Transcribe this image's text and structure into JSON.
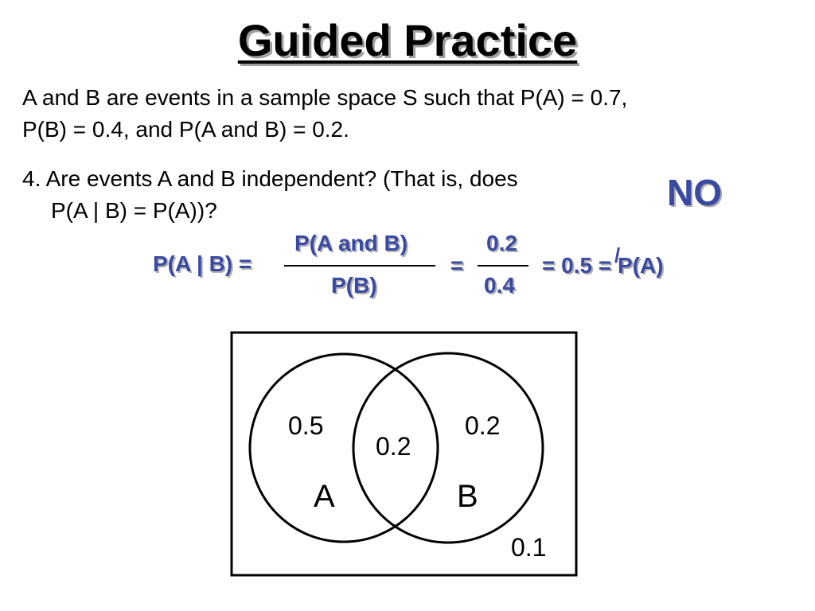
{
  "slide": {
    "title": "Guided Practice",
    "intro_line1": "A and B are events in a sample space S such that P(A) = 0.7,",
    "intro_line2": "P(B) = 0.4, and P(A and B) = 0.2.",
    "question_line1": "4. Are events A and B independent? (That is, does",
    "question_line2": "P(A | B) = P(A))?",
    "answer": "NO"
  },
  "formula": {
    "lhs": "P(A | B) =",
    "numerator": "P(A and B)",
    "denominator": "P(B)",
    "equals": "=",
    "num_value": "0.2",
    "den_value": "0.4",
    "result": "= 0.5 = P(A)",
    "not_slash": "/"
  },
  "venn": {
    "only_a": "0.5",
    "both": "0.2",
    "only_b": "0.2",
    "outside": "0.1",
    "label_a": "A",
    "label_b": "B"
  },
  "colors": {
    "formula_blue": "#3a4aa3"
  }
}
